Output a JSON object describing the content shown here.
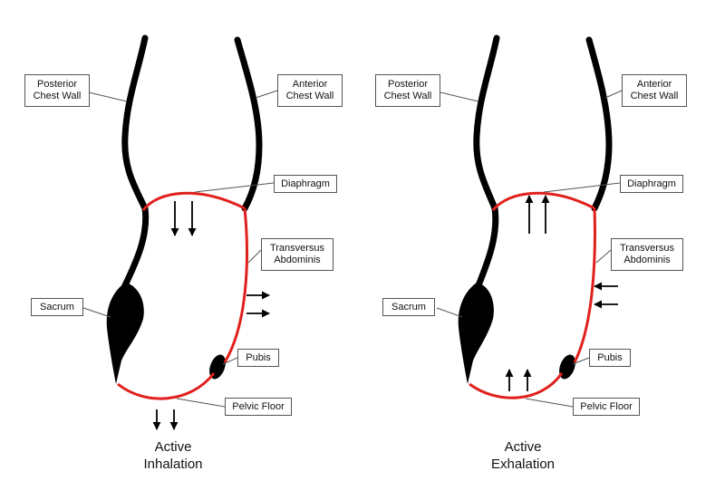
{
  "panels": [
    {
      "id": "inhalation",
      "labels": {
        "posterior_line1": "Posterior",
        "posterior_line2": "Chest Wall",
        "anterior_line1": "Anterior",
        "anterior_line2": "Chest Wall",
        "diaphragm": "Diaphragm",
        "transversus_line1": "Transversus",
        "transversus_line2": "Abdominis",
        "sacrum": "Sacrum",
        "pubis": "Pubis",
        "pelvic_floor": "Pelvic Floor"
      },
      "caption_line1": "Active",
      "caption_line2": "Inhalation",
      "arrows": {
        "diaphragm": "down",
        "transversus": "outward",
        "pelvic_floor": "down"
      }
    },
    {
      "id": "exhalation",
      "labels": {
        "posterior_line1": "Posterior",
        "posterior_line2": "Chest Wall",
        "anterior_line1": "Anterior",
        "anterior_line2": "Chest Wall",
        "diaphragm": "Diaphragm",
        "transversus_line1": "Transversus",
        "transversus_line2": "Abdominis",
        "sacrum": "Sacrum",
        "pubis": "Pubis",
        "pelvic_floor": "Pelvic Floor"
      },
      "caption_line1": "Active",
      "caption_line2": "Exhalation",
      "arrows": {
        "diaphragm": "up",
        "transversus": "inward",
        "pelvic_floor": "up"
      }
    }
  ],
  "colors": {
    "muscle": "#e0201d",
    "bone": "#000000",
    "leader": "#555555"
  }
}
